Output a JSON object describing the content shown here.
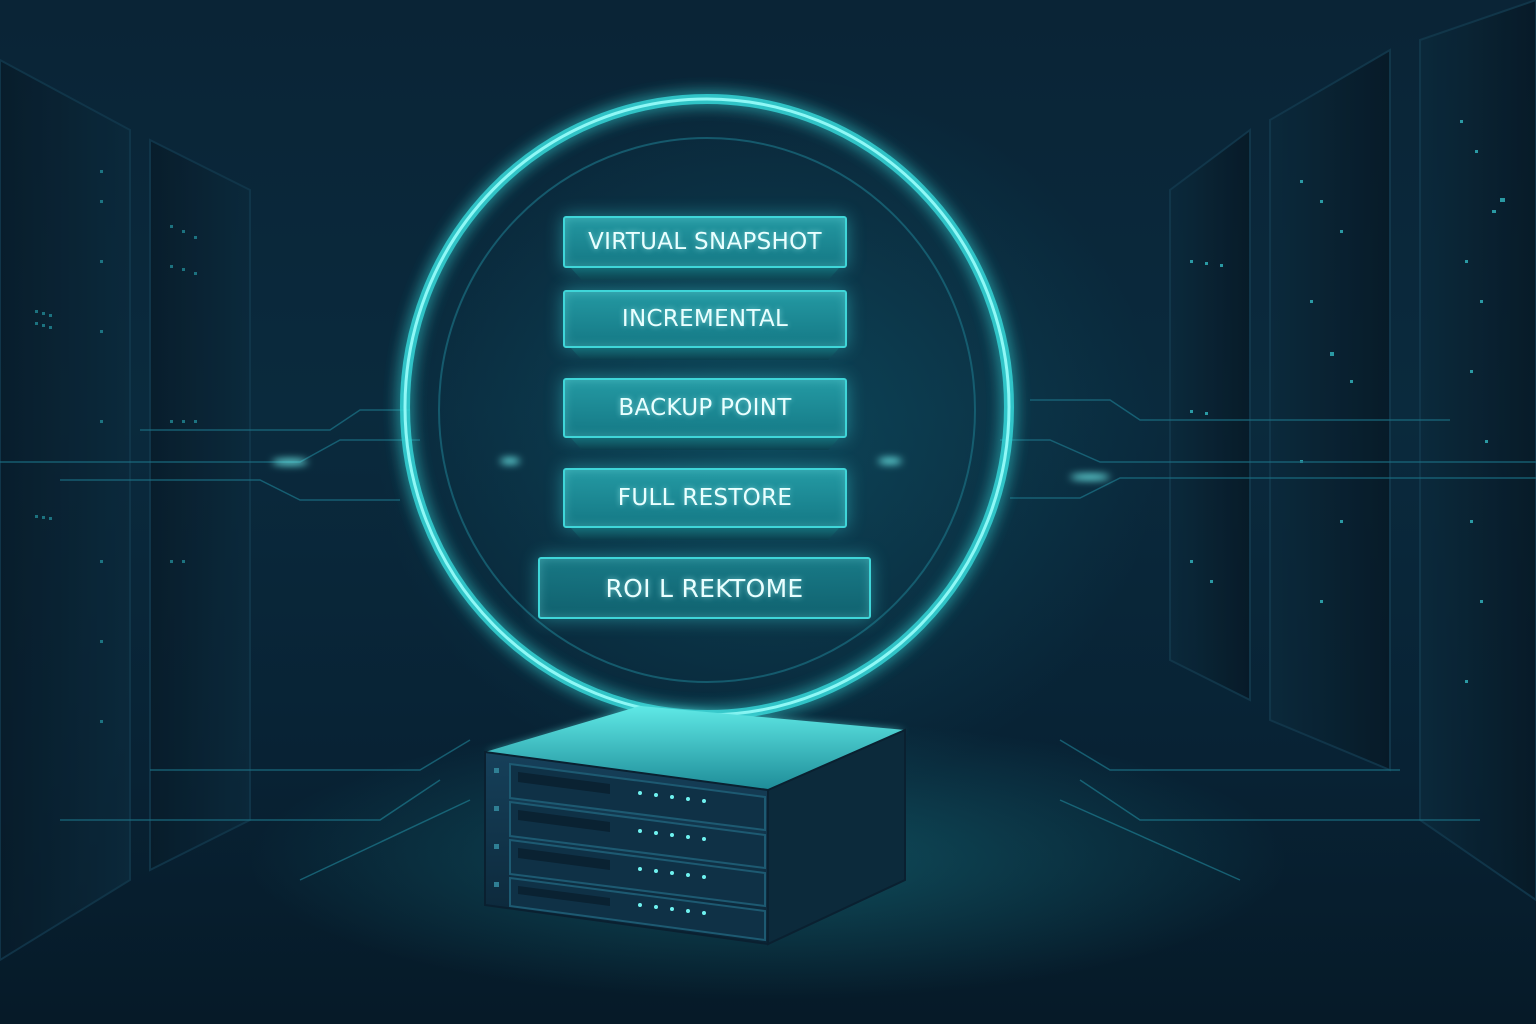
{
  "layers": {
    "items": [
      {
        "label": "VIRTUAL SNAPSHOT"
      },
      {
        "label": "INCREMENTAL"
      },
      {
        "label": "BACKUP POINT"
      },
      {
        "label": "FULL RESTORE"
      },
      {
        "label": "ROI L REKTOME"
      }
    ]
  },
  "colors": {
    "background": "#0a2436",
    "ring": "#35d4d6",
    "accent": "#3fd6d9",
    "card_fill": "#1f9aa6",
    "led": "#6ff2f0"
  },
  "icons": {
    "server": "server-stack-icon",
    "ring": "glowing-ring",
    "racks": "server-rack-icon"
  }
}
